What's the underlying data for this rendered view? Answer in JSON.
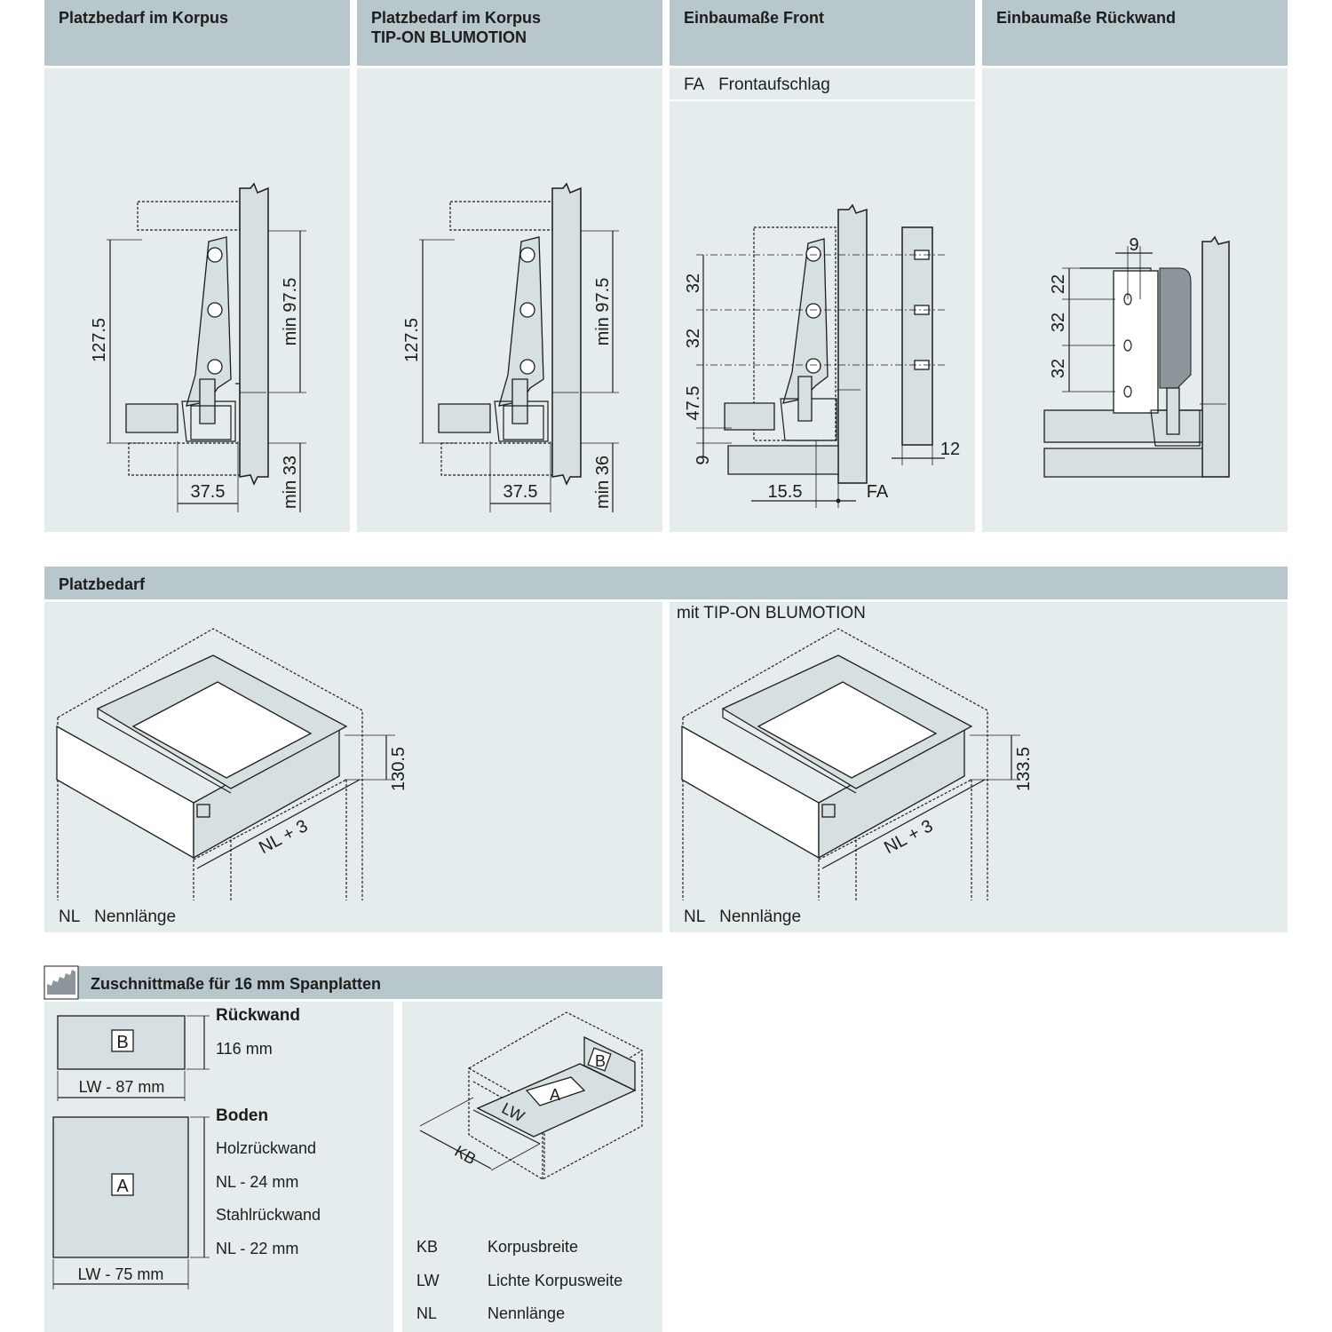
{
  "top_headers": {
    "h1": "Platzbedarf im Korpus",
    "h2_line1": "Platzbedarf im Korpus",
    "h2_line2": "TIP-ON BLUMOTION",
    "h3": "Einbaumaße Front",
    "h4": "Einbaumaße Rückwand"
  },
  "front_legend": {
    "code": "FA",
    "text": "Frontaufschlag"
  },
  "dims_korpus": {
    "height": "127.5",
    "upper": "min 97.5",
    "lower": "min 33",
    "depth": "37.5"
  },
  "dims_korpus_tip": {
    "height": "127.5",
    "upper": "min 97.5",
    "lower": "min 36",
    "depth": "37.5"
  },
  "dims_front": {
    "d1": "32",
    "d2": "32",
    "d3": "47.5",
    "d4": "9",
    "offset": "15.5",
    "fa": "FA",
    "thick": "12"
  },
  "dims_rueckwand": {
    "top": "9",
    "d1": "22",
    "d2": "32",
    "d3": "32"
  },
  "platzbedarf": {
    "title": "Platzbedarf",
    "right_caption": "mit TIP-ON BLUMOTION",
    "left_height": "130.5",
    "right_height": "133.5",
    "nl_label": "NL + 3",
    "legend_code": "NL",
    "legend_text": "Nennlänge"
  },
  "zuschnitt": {
    "title": "Zuschnittmaße für 16 mm Spanplatten",
    "b_letter": "B",
    "a_letter": "A",
    "b_width": "LW - 87 mm",
    "a_width": "LW - 75 mm",
    "rueckwand_title": "Rückwand",
    "rueckwand_value": "116 mm",
    "boden_title": "Boden",
    "boden_l1": "Holzrückwand",
    "boden_l2": "NL - 24 mm",
    "boden_l3": "Stahlrückwand",
    "boden_l4": "NL - 22 mm",
    "iso_lw": "LW",
    "iso_kb": "KB",
    "legend": [
      {
        "code": "KB",
        "text": "Korpusbreite"
      },
      {
        "code": "LW",
        "text": "Lichte Korpusweite"
      },
      {
        "code": "NL",
        "text": "Nennlänge"
      }
    ]
  }
}
